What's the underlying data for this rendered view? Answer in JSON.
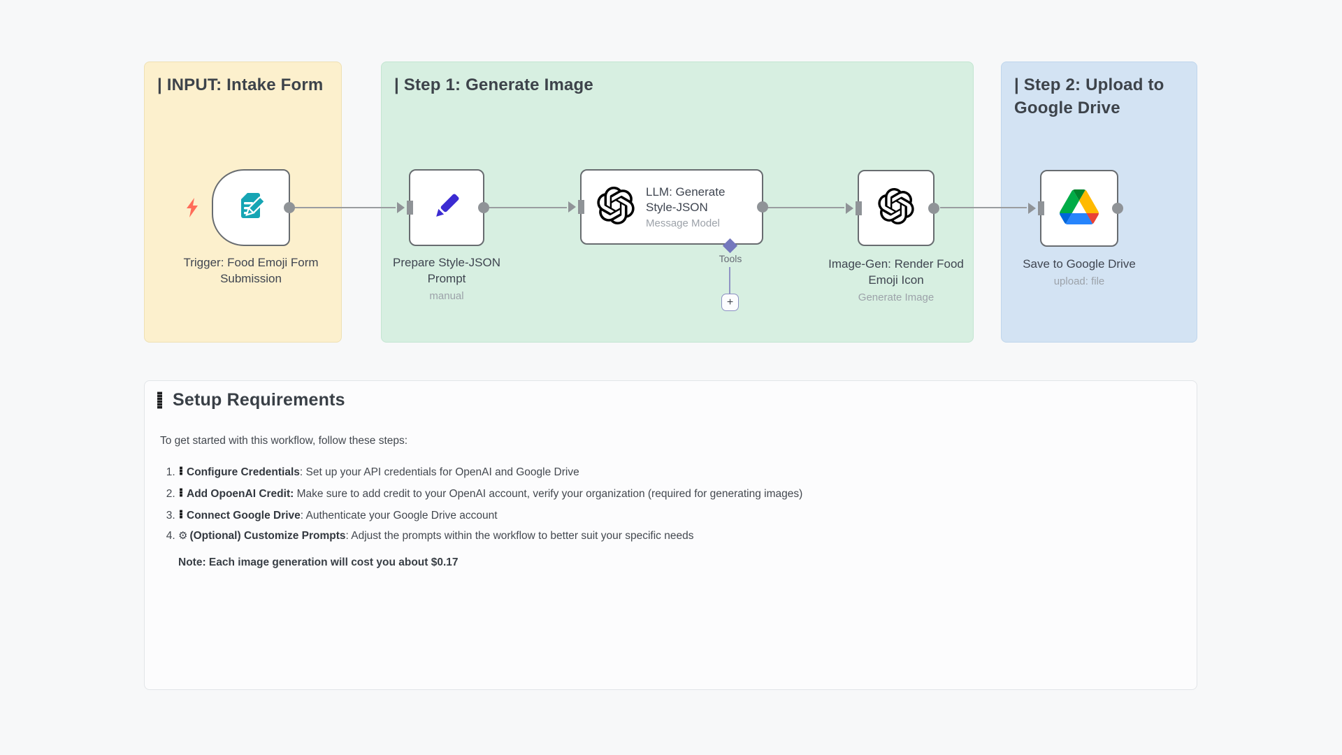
{
  "canvas": {
    "background": "#f7f8f9"
  },
  "sticky_notes": [
    {
      "id": "input-intake-form",
      "title": "| INPUT: Intake Form",
      "color": "#fcf0cd"
    },
    {
      "id": "step1-generate-image",
      "title": "| Step 1: Generate Image",
      "color": "#d7efe1"
    },
    {
      "id": "step2-upload-drive",
      "title": "| Step 2: Upload to Google Drive",
      "color": "#d3e3f3"
    }
  ],
  "nodes": [
    {
      "id": "trigger",
      "label": "Trigger: Food Emoji Form Submission",
      "subtitle": "",
      "icon": "form-trigger",
      "icon_color": "#16a5b4"
    },
    {
      "id": "prepare",
      "label": "Prepare Style-JSON Prompt",
      "subtitle": "manual",
      "icon": "pencil",
      "icon_color": "#3b2bd2"
    },
    {
      "id": "llm",
      "label": "LLM: Generate Style-JSON",
      "subtitle": "Message Model",
      "icon": "openai",
      "icon_color": "#000000"
    },
    {
      "id": "imagegen",
      "label": "Image-Gen: Render Food Emoji Icon",
      "subtitle": "Generate Image",
      "icon": "openai",
      "icon_color": "#000000"
    },
    {
      "id": "drive",
      "label": "Save to Google Drive",
      "subtitle": "upload: file",
      "icon": "google-drive",
      "icon_colors": [
        "#0066da",
        "#00ac47",
        "#ea4335",
        "#00832d",
        "#2684fc",
        "#ffba00"
      ]
    }
  ],
  "tools_connector": {
    "label": "Tools",
    "plus": "+",
    "color": "#7478bd"
  },
  "trigger_bolt_color": "#ff6c59",
  "setup_note": {
    "title": "Setup Requirements",
    "intro": "To get started with this workflow, follow these steps:",
    "steps": [
      {
        "icon": "missing-glyph",
        "bold": "Configure Credentials",
        "rest": ": Set up your API credentials for OpenAI and Google Drive"
      },
      {
        "icon": "missing-glyph",
        "bold": "Add OpoenAI Credit:",
        "rest": " Make sure to add credit to your OpenAI account, verify your organization (required for generating images)"
      },
      {
        "icon": "missing-glyph",
        "bold": "Connect Google Drive",
        "rest": ": Authenticate your Google Drive account"
      },
      {
        "icon": "gear",
        "gear_char": "⚙",
        "bold": "(Optional) Customize Prompts",
        "rest": ": Adjust the prompts within the workflow to better suit your specific needs"
      }
    ],
    "note": "Note: Each image generation will cost you about $0.17"
  }
}
